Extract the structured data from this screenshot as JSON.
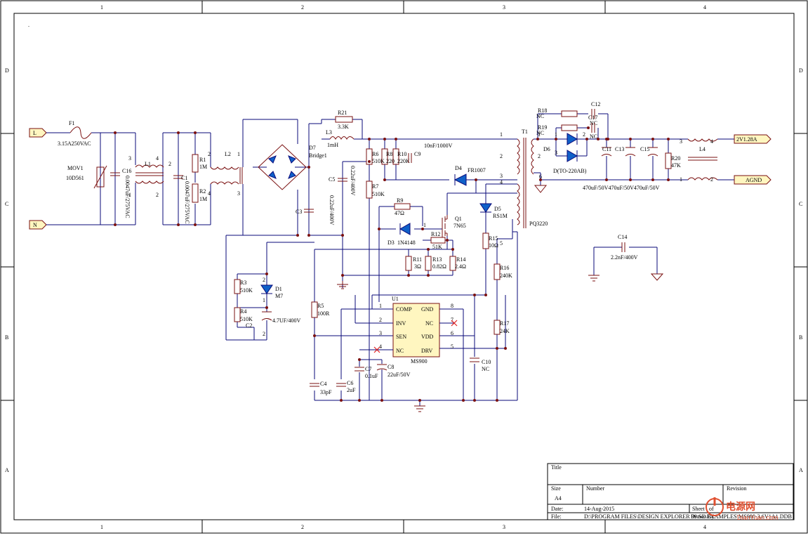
{
  "frame": {
    "col_labels": [
      "1",
      "2",
      "3",
      "4"
    ],
    "row_labels": [
      "D",
      "C",
      "B",
      "A"
    ],
    "corner_mark": "."
  },
  "ports": {
    "line": "L",
    "neutral": "N",
    "out_pos": "2V1.28A",
    "out_gnd": "AGND"
  },
  "components": {
    "F1": {
      "ref": "F1",
      "value": "3.15A250VAC"
    },
    "MOV1": {
      "ref": "MOV1",
      "value": "10D561"
    },
    "C16": {
      "ref": "C16",
      "value": "0.0047uF/275VAC"
    },
    "L1": {
      "ref": "L1"
    },
    "C1": {
      "ref": "C1",
      "value": "0.0047uF/275VAC"
    },
    "R1": {
      "ref": "R1",
      "value": "1M"
    },
    "R2": {
      "ref": "R2",
      "value": "1M"
    },
    "L2": {
      "ref": "L2"
    },
    "D7": {
      "ref": "D7",
      "value": "Bridge1"
    },
    "C3": {
      "ref": "C3"
    },
    "R21": {
      "ref": "R21",
      "value": "3.3K"
    },
    "L3": {
      "ref": "L3",
      "value": "1mH"
    },
    "C5": {
      "ref": "C5",
      "value": "0.22uF/400V"
    },
    "C5b": {
      "value": "0.22uF/400V"
    },
    "C3v": {
      "value": "0.22uF/400V"
    },
    "R6": {
      "ref": "R6",
      "value": "510K"
    },
    "R8": {
      "ref": "R8",
      "value": "220"
    },
    "R10": {
      "ref": "R10",
      "value": "220K"
    },
    "C9": {
      "ref": "C9",
      "value": "10nF/1000V"
    },
    "D4": {
      "ref": "D4",
      "value": "FR1007"
    },
    "R7": {
      "ref": "R7",
      "value": "510K"
    },
    "R9": {
      "ref": "R9",
      "value": "47Ω"
    },
    "Q1": {
      "ref": "Q1",
      "value": "7N65"
    },
    "D3": {
      "ref": "D3",
      "value": "1N4148"
    },
    "R12": {
      "ref": "R12",
      "value": "51K"
    },
    "R11": {
      "ref": "R11",
      "value": "3Ω"
    },
    "R13": {
      "ref": "R13",
      "value": "0.82Ω"
    },
    "R14": {
      "ref": "R14",
      "value": "2.4Ω"
    },
    "D5": {
      "ref": "D5",
      "value": "RS1M"
    },
    "R15": {
      "ref": "R15",
      "value": "10Ω"
    },
    "R16": {
      "ref": "R16",
      "value": "240K"
    },
    "R17": {
      "ref": "R17",
      "value": "24K"
    },
    "R3": {
      "ref": "R3",
      "value": "510K"
    },
    "R4": {
      "ref": "R4",
      "value": "510K"
    },
    "D1": {
      "ref": "D1",
      "value": "M7"
    },
    "C2": {
      "ref": "C2",
      "value": "4.7UF/400V"
    },
    "R5": {
      "ref": "R5",
      "value": "100R"
    },
    "C4": {
      "ref": "C4",
      "value": "33pF"
    },
    "C6": {
      "ref": "C6",
      "value": "2uF"
    },
    "C7": {
      "ref": "C7",
      "value": "0.1uF"
    },
    "C8": {
      "ref": "C8",
      "value": "22uF/50V"
    },
    "C10": {
      "ref": "C10",
      "value": "NC"
    },
    "U1": {
      "ref": "U1",
      "value": "MS900"
    },
    "T1": {
      "ref": "T1",
      "value": "PQ3220"
    },
    "R18": {
      "ref": "R18",
      "value": "NC"
    },
    "R19": {
      "ref": "R19",
      "value": "NC"
    },
    "C12": {
      "ref": "C12",
      "value": "NC"
    },
    "C17": {
      "ref": "C17",
      "value": "NC"
    },
    "D6": {
      "ref": "D6",
      "value": "D(TO-220AB)"
    },
    "C11": {
      "ref": "C11"
    },
    "C13": {
      "ref": "C13"
    },
    "C15": {
      "ref": "C15"
    },
    "R20": {
      "ref": "R20",
      "value": "47K"
    },
    "L4": {
      "ref": "L4"
    },
    "out_caps": {
      "value": "470uF/50V470uF/50V470uF/50V"
    },
    "C14": {
      "ref": "C14",
      "value": "2.2nF/400V"
    }
  },
  "ic_pins": {
    "left": [
      "COMP",
      "INV",
      "SEN",
      "NC"
    ],
    "right": [
      "GND",
      "NC",
      "VDD",
      "DRV"
    ],
    "left_nums": [
      "1",
      "2",
      "3",
      "4"
    ],
    "right_nums": [
      "8",
      "7",
      "6",
      "5"
    ]
  },
  "pin_numbers": {
    "c16a": "3",
    "c16b": "1",
    "l1a": "4",
    "l1b": "2",
    "c1a": "2",
    "c1b": "1",
    "l2a": "1",
    "l2b": "3",
    "l2c": "2",
    "l2d": "4",
    "t1_1": "1",
    "t1_2": "2",
    "t1_3": "3",
    "t1_4": "4",
    "t1_5": "5",
    "t1_6": "6",
    "d6_1": "1",
    "d6_2": "2",
    "d6_3": "3",
    "l4_1": "4",
    "l4_2": "2",
    "l4_3": "3",
    "l4_4": "1",
    "d1_2": "2",
    "c2_1": "1",
    "c2_2": "2",
    "q1_1": "1",
    "q1_2": "2",
    "q1_3": "3"
  },
  "title_block": {
    "title_label": "Title",
    "size_label": "Size",
    "size_value": "A4",
    "number_label": "Number",
    "revision_label": "Revision",
    "date_label": "Date:",
    "date_value": "14-Aug-2015",
    "sheet_label": "Sheet",
    "sheet_value": "of",
    "file_label": "File:",
    "file_value": "D:\\PROGRAM FILES\\DESIGN EXPLORER 99 SE\\EXAMPLES\\MS900-3.6V1A1.DDB",
    "drawn_label": "Drawn By:"
  },
  "watermark": {
    "brand": "电源网",
    "url": "DianYuan.com"
  }
}
